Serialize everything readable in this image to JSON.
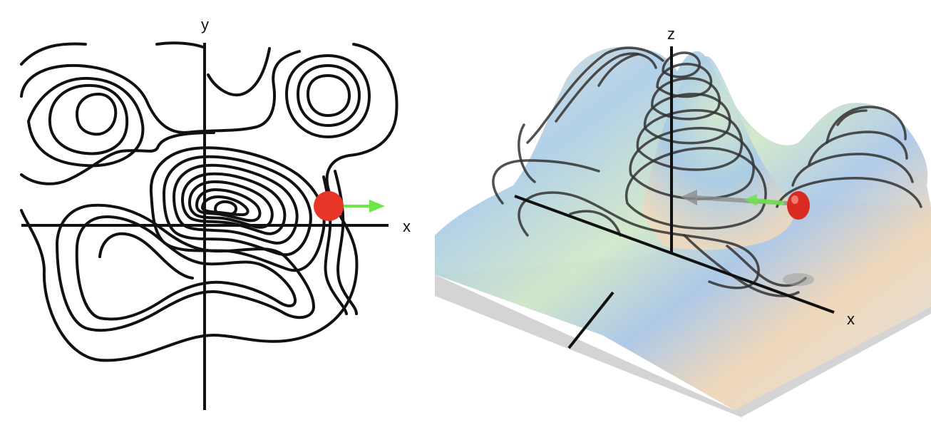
{
  "left": {
    "axis_x_label": "x",
    "axis_y_label": "y",
    "point_color": "#e8352a",
    "gradient_arrow_color": "#6ee64a"
  },
  "right": {
    "axis_x_label": "x",
    "axis_z_label": "z",
    "point_color": "#d92b22",
    "gradient_arrow_color": "#6ee64a",
    "surface_palette": [
      "#9ec6e6",
      "#cde7c8",
      "#f0d7b8",
      "#d9b9c9",
      "#e6e6e6"
    ]
  }
}
